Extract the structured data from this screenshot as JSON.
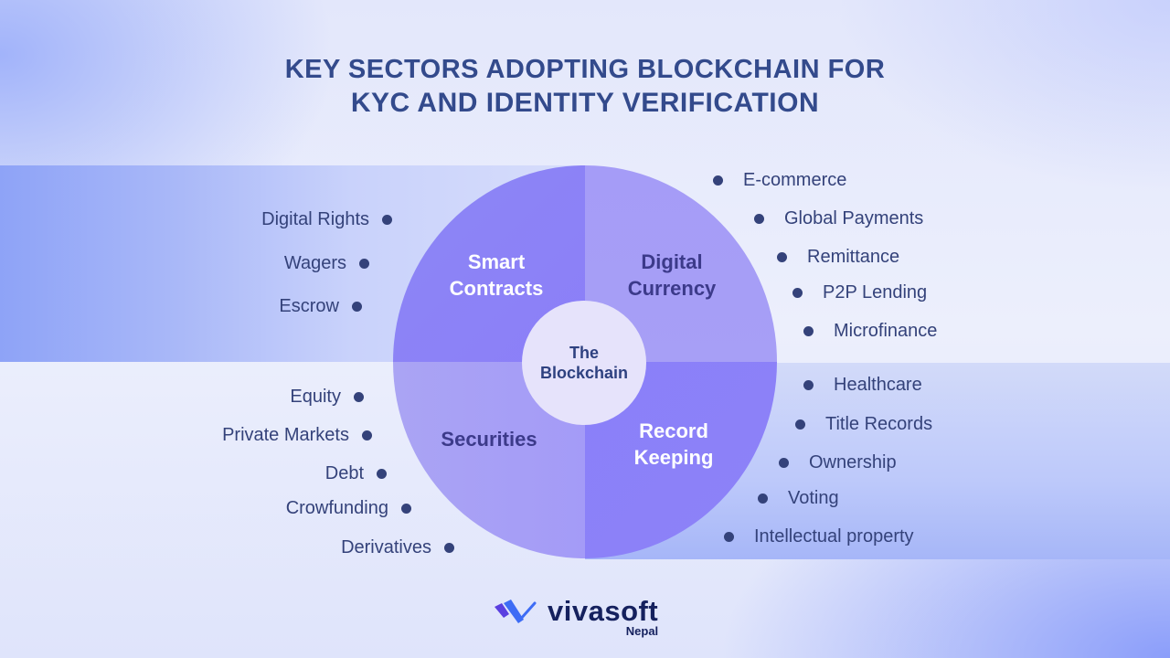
{
  "title": {
    "line1": "KEY SECTORS ADOPTING BLOCKCHAIN FOR",
    "line2": "KYC AND IDENTITY VERIFICATION"
  },
  "hub": {
    "line1": "The",
    "line2": "Blockchain"
  },
  "quadrants": {
    "smart_contracts": {
      "line1": "Smart",
      "line2": "Contracts",
      "color": "#8b82f7"
    },
    "digital_currency": {
      "line1": "Digital",
      "line2": "Currency",
      "color": "#a69df7"
    },
    "securities": {
      "line1": "Securities",
      "color": "#a7a0f5"
    },
    "record_keeping": {
      "line1": "Record",
      "line2": "Keeping",
      "color": "#8a80f9"
    }
  },
  "smart_contracts_items": [
    "Digital Rights",
    "Wagers",
    "Escrow"
  ],
  "digital_currency_items": [
    "E-commerce",
    "Global Payments",
    "Remittance",
    "P2P Lending",
    "Microfinance"
  ],
  "securities_items": [
    "Equity",
    "Private Markets",
    "Debt",
    "Crowfunding",
    "Derivatives"
  ],
  "record_keeping_items": [
    "Healthcare",
    "Title Records",
    "Ownership",
    "Voting",
    "Intellectual property"
  ],
  "logo": {
    "name": "vivasoft",
    "sub": "Nepal"
  },
  "colors": {
    "text_primary": "#334a8c",
    "bullet": "#34427a",
    "hub_bg": "#e6e3fb"
  }
}
